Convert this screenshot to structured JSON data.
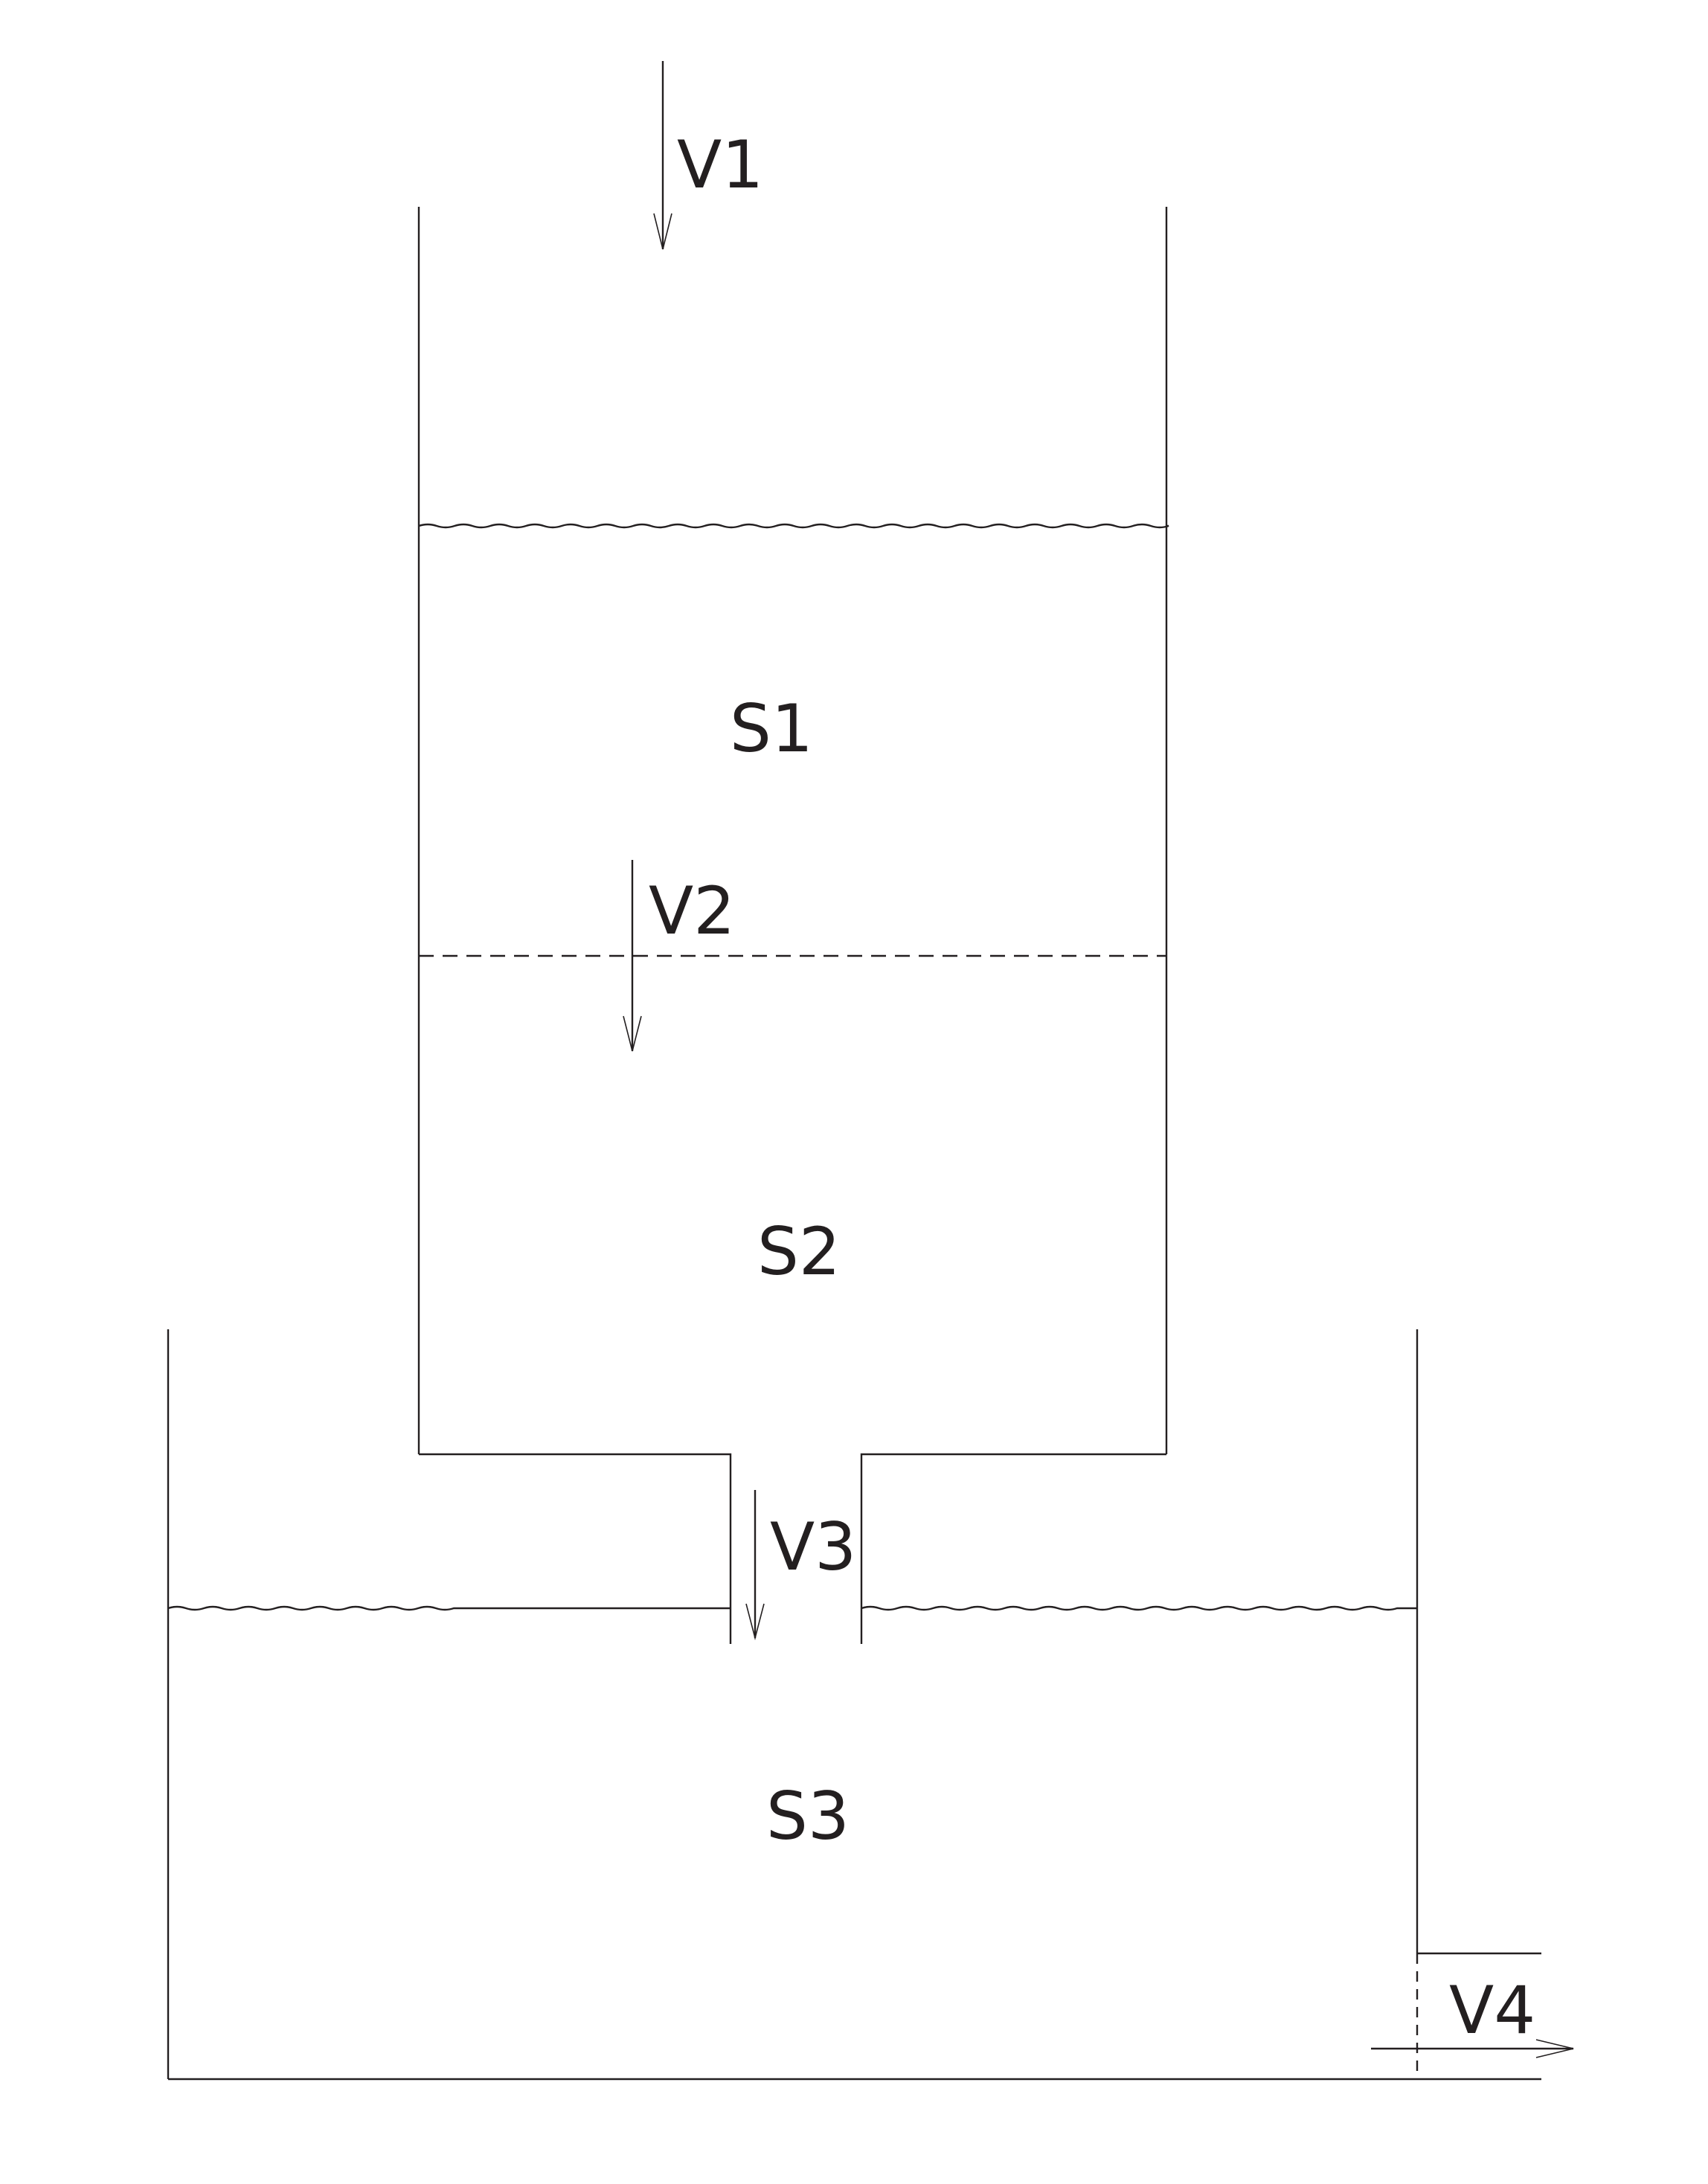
{
  "labels": {
    "v1": "V1",
    "v2": "V2",
    "v3": "V3",
    "v4": "V4",
    "s1": "S1",
    "s2": "S2",
    "s3": "S3"
  },
  "colors": {
    "ink": "#231f20",
    "background": "#ffffff"
  }
}
